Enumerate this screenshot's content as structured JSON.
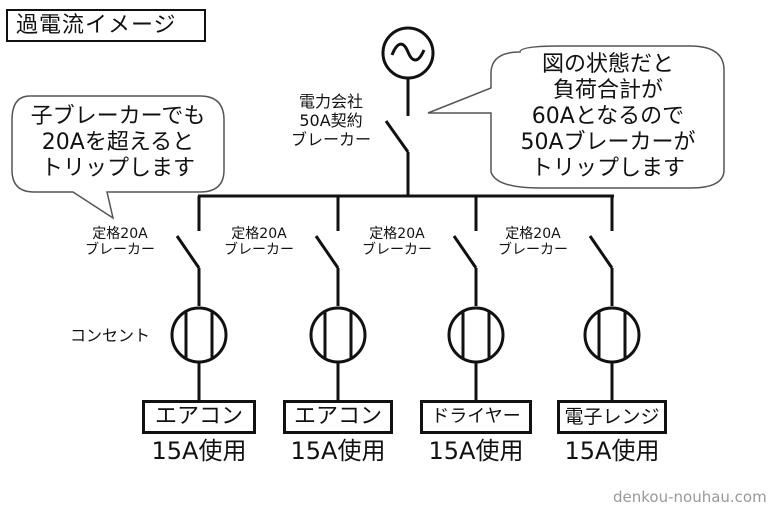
{
  "title": "過電流イメージ",
  "source_symbol": "ac-source",
  "main_breaker": {
    "label_lines": [
      "電力会社",
      "50A契約",
      "ブレーカー"
    ]
  },
  "callouts": {
    "right": {
      "lines": [
        "図の状態だと",
        "負荷合計が",
        "60Aとなるので",
        "50Aブレーカーが",
        "トリップします"
      ]
    },
    "left": {
      "lines": [
        "子ブレーカーでも",
        "20Aを超えると",
        "トリップします"
      ]
    }
  },
  "branches": [
    {
      "breaker_lines": [
        "定格20A",
        "ブレーカー"
      ],
      "appliance": "エアコン",
      "usage": "15A使用"
    },
    {
      "breaker_lines": [
        "定格20A",
        "ブレーカー"
      ],
      "appliance": "エアコン",
      "usage": "15A使用"
    },
    {
      "breaker_lines": [
        "定格20A",
        "ブレーカー"
      ],
      "appliance": "ドライヤー",
      "usage": "15A使用"
    },
    {
      "breaker_lines": [
        "定格20A",
        "ブレーカー"
      ],
      "appliance": "電子レンジ",
      "usage": "15A使用"
    }
  ],
  "outlet_label": "コンセント",
  "credit": "denkou-nouhau.com"
}
